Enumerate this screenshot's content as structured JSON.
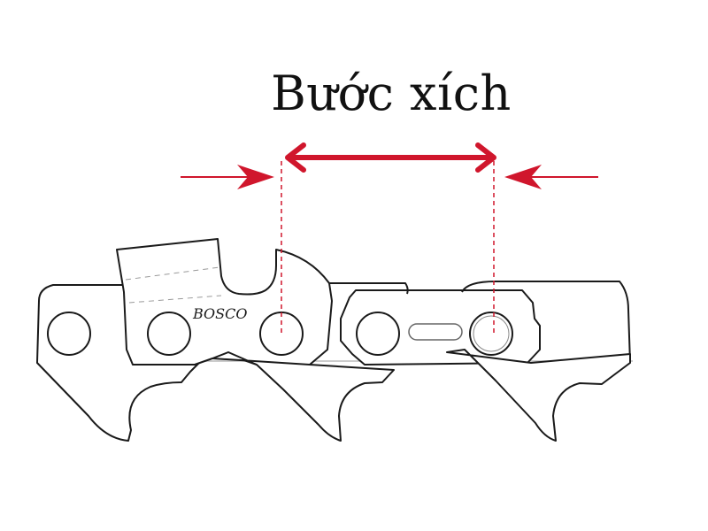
{
  "diagram": {
    "title": "Bước xích",
    "brand_label": "BOSCO",
    "annotation": {
      "type": "pitch-measurement",
      "accent_color": "#d0162c",
      "from_rivet": 1,
      "to_rivet": 2
    },
    "parts": [
      "cutter-link",
      "drive-link",
      "tie-strap",
      "rivet",
      "depth-gauge"
    ],
    "line_color": "#1a1a1a"
  }
}
